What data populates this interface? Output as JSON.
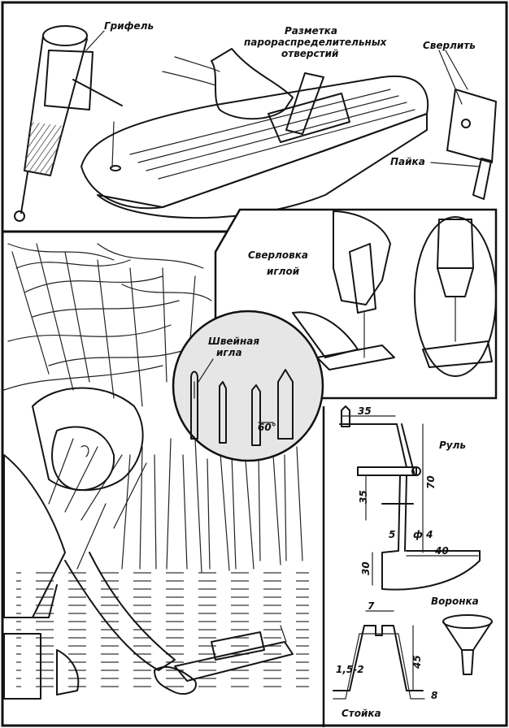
{
  "labels": {
    "stylus": "Грифель",
    "marking_line1": "Разметка",
    "marking_line2": "парораспределительных",
    "marking_line3": "отверстий",
    "drill": "Сверлить",
    "solder": "Пайка",
    "needle_drilling_line1": "Сверловка",
    "needle_drilling_line2": "иглой",
    "sewing_needle_line1": "Швейная",
    "sewing_needle_line2": "игла",
    "rudder": "Руль",
    "funnel": "Воронка",
    "stand": "Стойка"
  },
  "dimensions": {
    "angle": "60°",
    "rudder_top": "35",
    "rudder_mid": "35",
    "rudder_height": "70",
    "rudder_short": "5",
    "rudder_diameter": "ф 4",
    "rudder_blade_height": "30",
    "rudder_blade_width": "40",
    "stand_top": "7",
    "stand_thickness": "1,5-2",
    "stand_height": "45",
    "stand_foot": "8"
  }
}
